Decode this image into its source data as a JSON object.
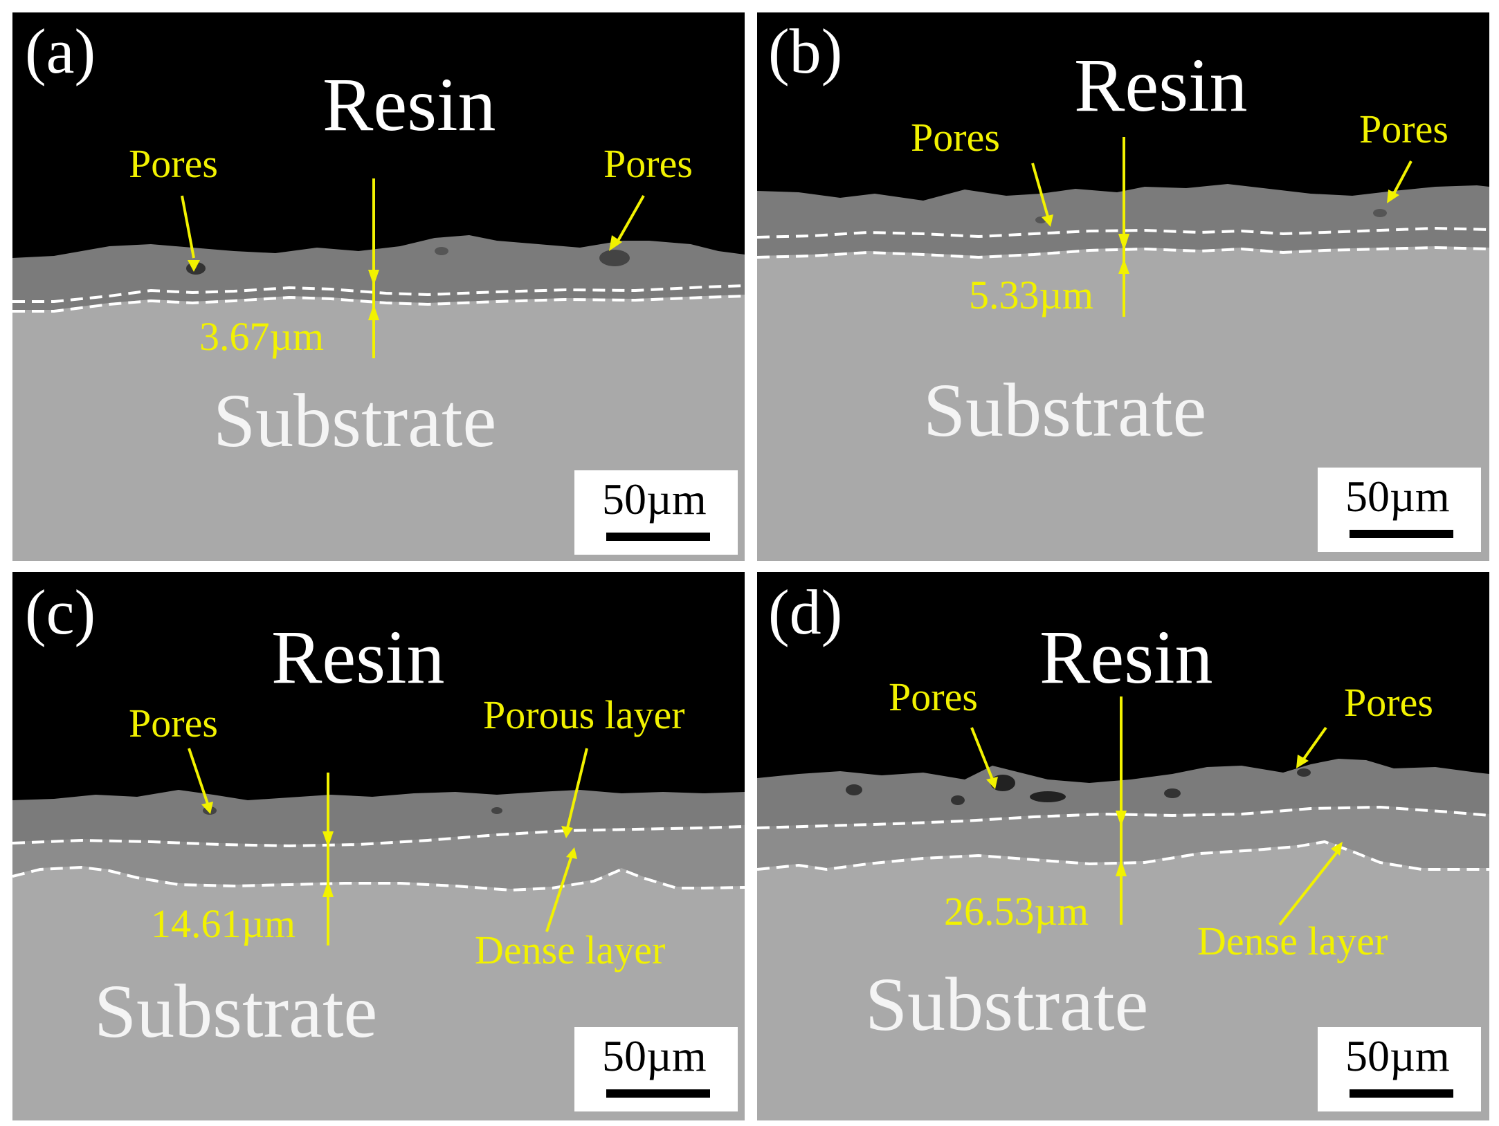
{
  "panels": [
    {
      "id": "a",
      "label": "(a)",
      "resin": "Resin",
      "substrate": "Substrate",
      "thickness": "3.67µm",
      "scale": "50µm",
      "annotations": [
        "Pores",
        "Pores"
      ]
    },
    {
      "id": "b",
      "label": "(b)",
      "resin": "Resin",
      "substrate": "Substrate",
      "thickness": "5.33µm",
      "scale": "50µm",
      "annotations": [
        "Pores",
        "Pores"
      ]
    },
    {
      "id": "c",
      "label": "(c)",
      "resin": "Resin",
      "substrate": "Substrate",
      "thickness": "14.61µm",
      "scale": "50µm",
      "annotations": [
        "Pores",
        "Porous layer",
        "Dense layer"
      ]
    },
    {
      "id": "d",
      "label": "(d)",
      "resin": "Resin",
      "substrate": "Substrate",
      "thickness": "26.53µm",
      "scale": "50µm",
      "annotations": [
        "Pores",
        "Pores",
        "Dense layer"
      ]
    }
  ],
  "colors": {
    "resin": "#000000",
    "coating": "#7d7d7d",
    "dense": "#8c8c8c",
    "substrate": "#a8a8a8",
    "annotation": "#f2f200",
    "dashed": "#ffffff"
  }
}
